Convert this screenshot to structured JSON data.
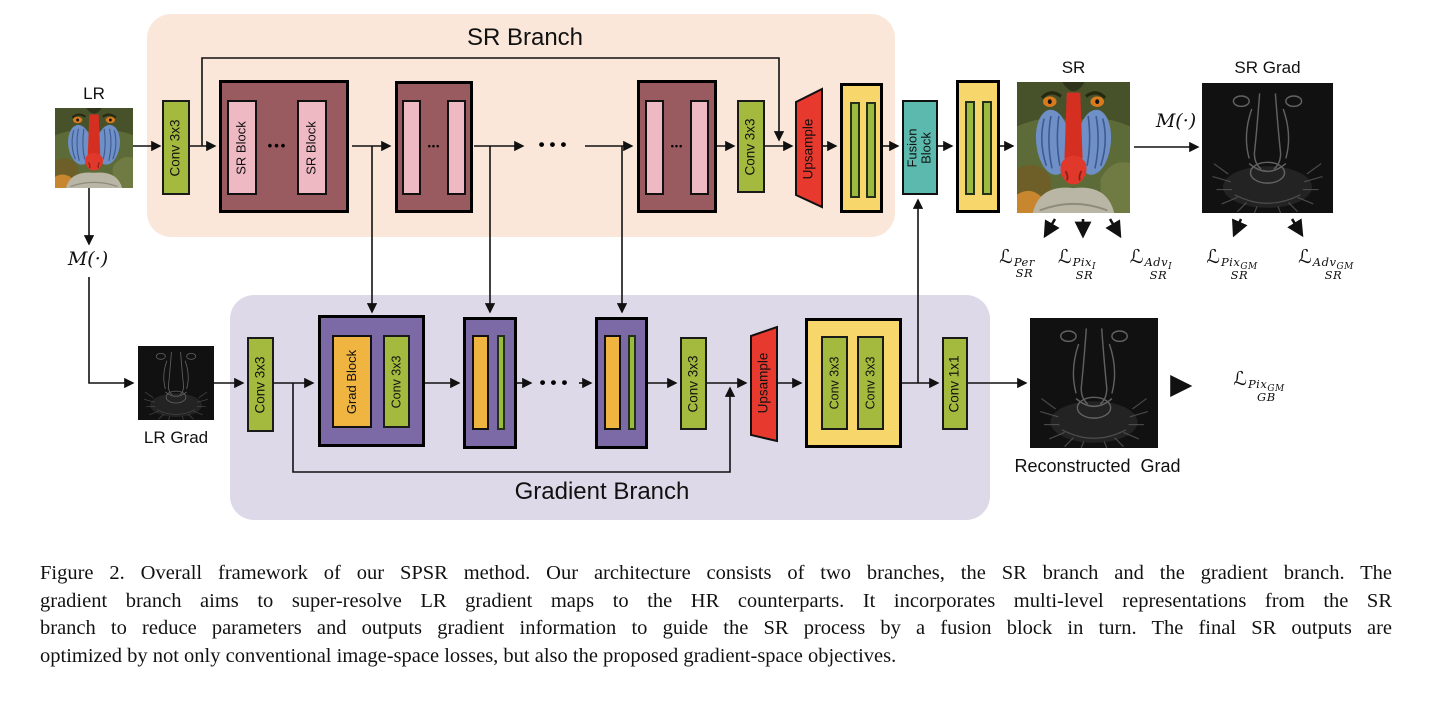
{
  "titles": {
    "sr_branch": "SR Branch",
    "gradient_branch": "Gradient Branch"
  },
  "images": {
    "lr": "LR",
    "sr": "SR",
    "sr_grad": "SR Grad",
    "lr_grad": "LR Grad",
    "recon_grad": "Reconstructed  Grad"
  },
  "ops": {
    "conv3x3": "Conv 3x3",
    "conv1x1": "Conv 1x1",
    "sr_block": "SR Block",
    "grad_block": "Grad Block",
    "upsample": "Upsample",
    "fusion_line1": "Fusion",
    "fusion_line2": "Block",
    "m_operator": "M(·)",
    "dots": "•••"
  },
  "losses": {
    "cal": "ℒ",
    "sr": [
      {
        "sup": "Per",
        "supsub": "",
        "sub": "SR"
      },
      {
        "sup": "Pix",
        "supsub": "I",
        "sub": "SR"
      },
      {
        "sup": "Adv",
        "supsub": "I",
        "sub": "SR"
      },
      {
        "sup": "Pix",
        "supsub": "GM",
        "sub": "SR"
      },
      {
        "sup": "Adv",
        "supsub": "GM",
        "sub": "SR"
      }
    ],
    "gb": {
      "sup": "Pix",
      "supsub": "GM",
      "sub": "GB"
    }
  },
  "caption": {
    "lines": [
      "Figure 2. Overall framework of our SPSR method. Our architecture consists of two branches, the SR branch and the gradient branch. The",
      "gradient branch aims to super-resolve LR gradient maps to the HR counterparts. It incorporates multi-level representations from the SR",
      "branch to reduce parameters and outputs gradient information to guide the SR process by a fusion block in turn. The final SR outputs are",
      "optimized by not only conventional image-space losses, but also the proposed gradient-space objectives."
    ]
  },
  "colors": {
    "sr_branch_bg": "#FAE7DA",
    "gradient_branch_bg": "#DDD9E8",
    "sr_block_outer": "#9A5B60",
    "sr_block_inner": "#EFB9C4",
    "conv_green": "#A4BA3E",
    "upsample_red": "#E8392F",
    "feature_yellow": "#F7D66C",
    "feature_bar_green": "#9CBA3D",
    "fusion_teal": "#5CB9AE",
    "grad_block_outer": "#7C6AA6",
    "grad_block_orange": "#F0B440"
  }
}
